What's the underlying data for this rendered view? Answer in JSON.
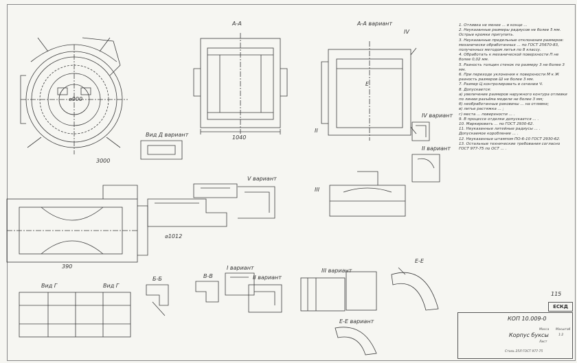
{
  "labels": {
    "section_aa": "А-А",
    "section_aa_top_right": "А-А вариант",
    "variant_iv_top": "IV",
    "view_d_variant": "Вид Д вариант",
    "view_g": "Вид Г",
    "view_g_second": "Вид Г",
    "section_bb": "Б-Б",
    "section_vv": "В-В",
    "section_ee": "Е-Е",
    "section_ee_variant": "Е-Е вариант",
    "variant_i": "I вариант",
    "variant_ii": "II вариант",
    "variant_iii": "III вариант",
    "variant_iv": "IV вариант",
    "variant_v": "V вариант",
    "variant_ii_right": "II вариант",
    "roman_ii": "II",
    "roman_iii": "III",
    "letter_e": "Е",
    "dim_900": "⌀900",
    "dim_1040": "1040",
    "dim_390": "390",
    "dim_1012": "⌀1012",
    "dim_3000": "3000"
  },
  "notes": [
    "1. Отливка не менее ... в конце ...",
    "2. Неуказанные размеры радиусов не более 5 мм. Острые кромки притупить.",
    "3. Неуказанные предельные отклонения размеров: механически обработанных ... по ГОСТ 25670-83, полученных методом литья по 8 классу.",
    "4. Обработать к механической поверхности П не более 0,02 мм.",
    "5. Разность толщин стенок по размеру 3 не более 3 мм.",
    "6. При переходе уклонения к поверхности М к Ж разность размеров Ш не более 3 мм.",
    "7. Размер Ц контролировать в сечении Ч.",
    "8. Допускается:",
    "а) увеличение размеров наружного контура отливки по линии разъёма модели не более 3 мм;",
    "б) необработанные раковины ... на отливке;",
    "в) литье растяжка ... ;",
    "г) места ... поверхности ... .",
    "9. В процессе отделки допускается ... .",
    "10. Маркировать ... по ГОСТ 2930-62.",
    "11. Неуказанные литейные радиусы ... .",
    "Допускаемое коробление ... .",
    "12. Неуказанные штампом ПО-6-10 ГОСТ 2930-62.",
    "13. Остальные технические требования согласно ГОСТ 977-75 по ОСТ ... ."
  ],
  "title_block": {
    "drawing_number": "КОП 10.009-0",
    "part_name": "Корпус буксы",
    "material": "Сталь 25Л ГОСТ 977-75",
    "mass_label": "Масса",
    "scale_label": "Масштаб",
    "scale_value": "1:2",
    "sheet_label": "Лист"
  },
  "stamp": "ЕСКД",
  "sheet_number": "115",
  "colors": {
    "paper": "#f6f6f2",
    "ink": "#3a3a3a"
  }
}
